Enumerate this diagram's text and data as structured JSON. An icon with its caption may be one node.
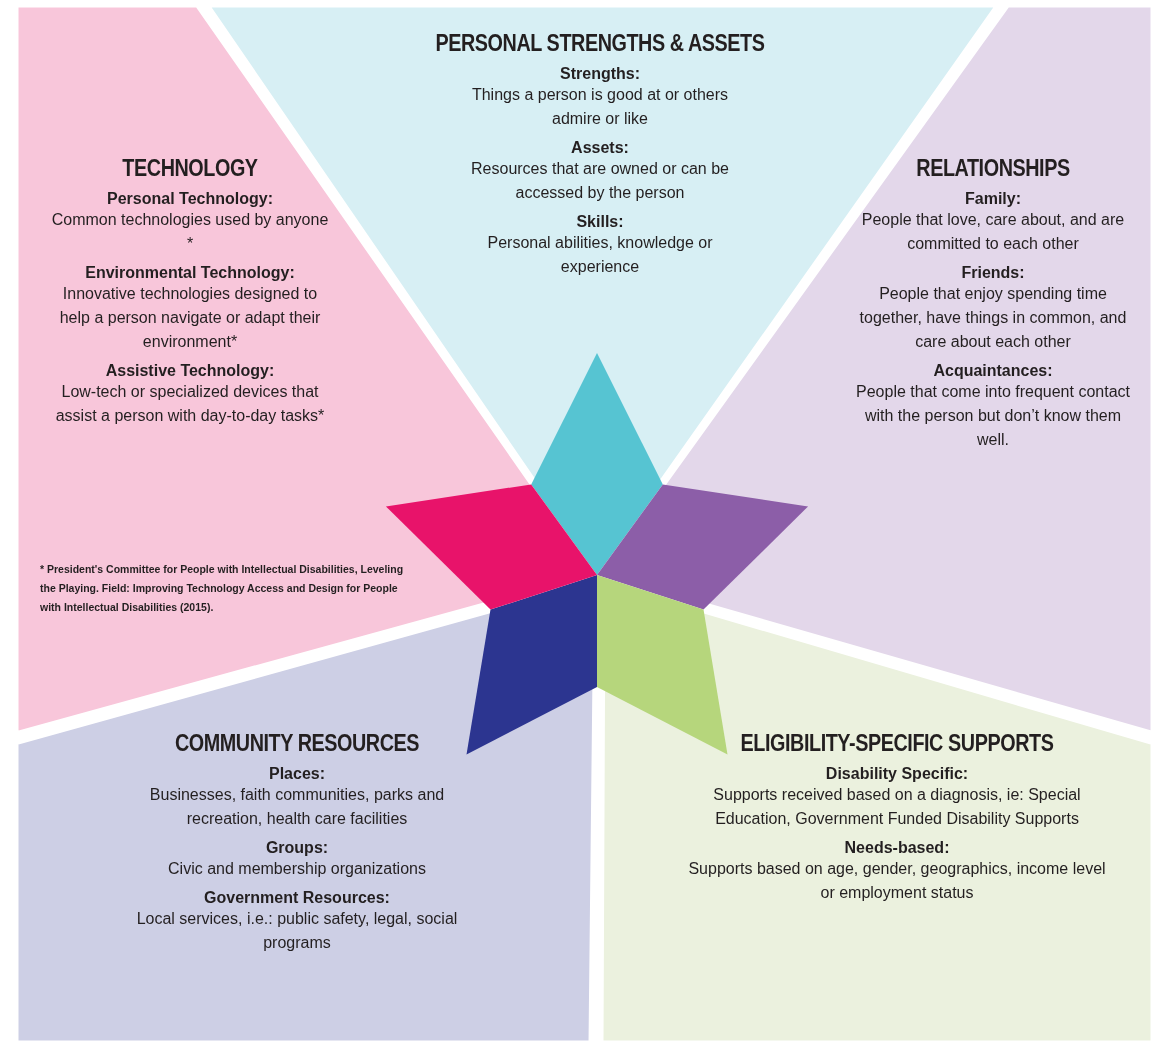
{
  "diagram": {
    "nodes": [
      {
        "text": [
          "PERSONAL STRENGTHS & ASSETS",
          "Strengths:",
          "Things a person is good at or others admire or like",
          "Assets:",
          "Resources that are owned or can be accessed by the person",
          "Skills:",
          "Personal abilities, knowledge or experience"
        ]
      },
      {
        "text": [
          "TECHNOLOGY",
          "Personal Technology:",
          "Common technologies used by anyone *",
          "Environmental Technology:",
          "Innovative technologies designed to help a person navigate or adapt their environment*",
          "Assistive Technology:",
          "Low-tech or specialized devices that assist a person with day-to-day tasks*"
        ]
      },
      {
        "text": [
          "RELATIONSHIPS",
          "Family:",
          "People that love, care about, and are committed to each other",
          "Friends:",
          "People that enjoy spending time together, have things in common, and care about each other",
          "Acquaintances:",
          "People that come into frequent contact with the person but don’t know them well."
        ]
      },
      {
        "text": [
          "COMMUNITY RESOURCES",
          "Places:",
          "Businesses, faith communities, parks and recreation, health care facilities",
          "Groups:",
          "Civic and membership organizations",
          "Government Resources:",
          "Local services, i.e.: public safety, legal, social programs"
        ]
      },
      {
        "text": [
          "ELIGIBILITY-SPECIFIC SUPPORTS",
          "Disability Specific:",
          "Supports received  based on a diagnosis, ie: Special Education, Government Funded Disability Supports",
          "Needs-based:",
          "Supports based on age, gender, geographics, income level or employment status"
        ]
      }
    ],
    "edges": [],
    "labels": [
      "* President's Committee for People with Intellectual Disabilities, Leveling the Playing. Field: Improving Technology Access and Design for People with Intellectual Disabilities (2015)."
    ]
  }
}
